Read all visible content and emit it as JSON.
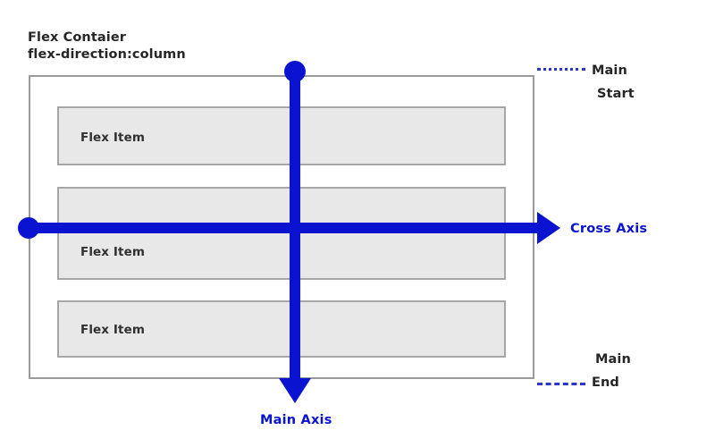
{
  "diagram": {
    "title": {
      "line1": "Flex Contaier",
      "line2": "flex-direction:column"
    },
    "container": {
      "name": "flex-container",
      "border_color": "#9a9a9a"
    },
    "items": [
      {
        "label": "Flex Item"
      },
      {
        "label": "Flex Item"
      },
      {
        "label": "Flex Item"
      }
    ],
    "item_style": {
      "fill": "#e8e8e8",
      "border_color": "#a6a6a6"
    },
    "axes": {
      "accent_color": "#0a14d0",
      "main": {
        "label": "Main Axis",
        "direction": "down",
        "start_marker": "dot",
        "end_marker": "arrow"
      },
      "cross": {
        "label": "Cross Axis",
        "direction": "right",
        "start_marker": "dot",
        "end_marker": "arrow"
      }
    },
    "markers": [
      {
        "line1": "Main",
        "line2": "Start",
        "guide_style": "dotted",
        "guide_color": "#2a35cc"
      },
      {
        "line1": "Main",
        "line2": "End",
        "guide_style": "dashed",
        "guide_color": "#2a35cc"
      }
    ]
  }
}
